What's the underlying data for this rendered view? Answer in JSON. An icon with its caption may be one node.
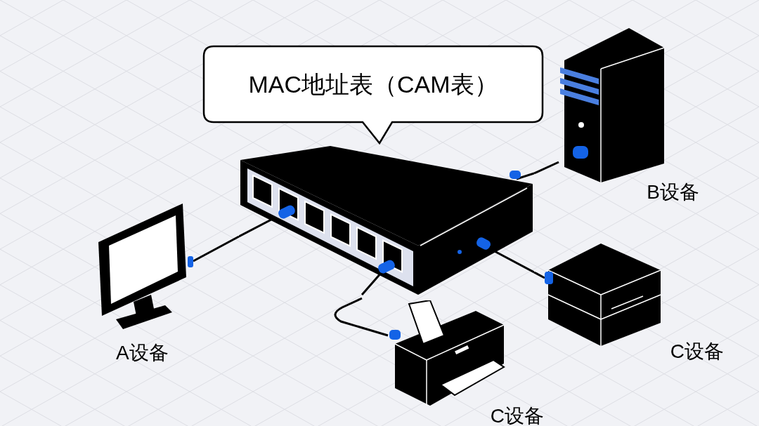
{
  "diagram": {
    "nodes": [
      {
        "text": [
          "MAC地址表（CAM表）"
        ]
      },
      {
        "text": [],
        "shape": "picture"
      },
      {
        "text": [
          "B设备"
        ]
      },
      {
        "text": [
          "A设备"
        ]
      },
      {
        "text": [
          "C设备"
        ]
      },
      {
        "text": [
          "C设备"
        ]
      }
    ],
    "edges": [
      {
        "from": 3,
        "to": 1,
        "arrow": "none"
      },
      {
        "from": 1,
        "to": 2,
        "arrow": "none"
      },
      {
        "from": 1,
        "to": 4,
        "arrow": "none"
      },
      {
        "from": 1,
        "to": 5,
        "arrow": "none"
      }
    ]
  }
}
